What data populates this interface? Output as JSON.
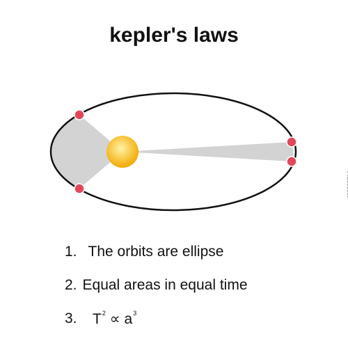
{
  "title": "kepler's laws",
  "colors": {
    "orbit": "#111111",
    "swept_area": "#d3d3d3",
    "sun_inner": "#fff3a6",
    "sun_outer": "#f2a900",
    "planet": "#e0485a"
  },
  "laws": [
    {
      "number": "1.",
      "text": "The orbits are ellipse"
    },
    {
      "number": "2.",
      "text": "Equal areas in equal time"
    },
    {
      "number": "3.",
      "symbol_T": "T",
      "exp_T": "2",
      "symbol_prop": "∝",
      "symbol_a": "a",
      "exp_a": "3"
    }
  ],
  "side_id": "498668714"
}
